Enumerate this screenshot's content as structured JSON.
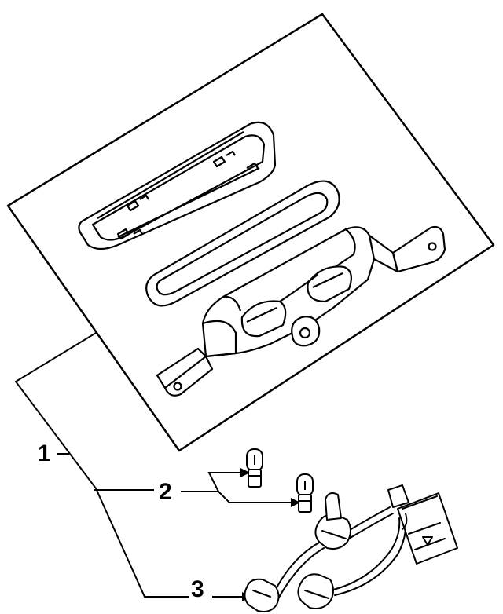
{
  "diagram": {
    "callouts": [
      {
        "id": "1",
        "label": "1"
      },
      {
        "id": "2",
        "label": "2"
      },
      {
        "id": "3",
        "label": "3"
      }
    ]
  },
  "colors": {
    "line": "#000000",
    "background": "#ffffff",
    "panel": "#ffffff"
  }
}
